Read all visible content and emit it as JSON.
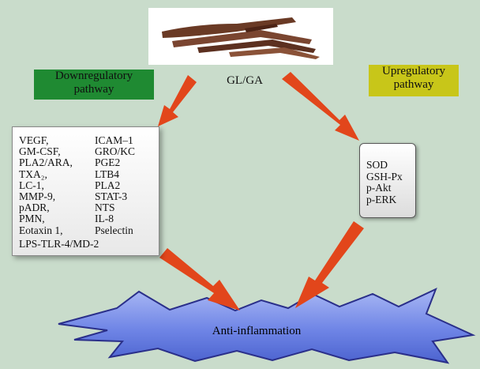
{
  "center_label": "GL/GA",
  "downregulatory": {
    "line1": "Downregulatory",
    "line2": "pathway",
    "col1": [
      "VEGF,",
      "GM-CSF,",
      "PLA2/ARA,",
      "TXA₂,",
      "LC-1,",
      "MMP-9,",
      "pADR,",
      "PMN,",
      "Eotaxin 1,"
    ],
    "col2": [
      "ICAM–1",
      "GRO/KC",
      "PGE2",
      "LTB4",
      "PLA2",
      "STAT-3",
      "NTS",
      "IL-8",
      "Pselectin"
    ],
    "footer": "LPS-TLR-4/MD-2"
  },
  "upregulatory": {
    "line1": "Upregulatory",
    "line2": "pathway",
    "items": [
      "SOD",
      "GSH-Px",
      "p-Akt",
      "p-ERK"
    ]
  },
  "outcome": "Anti-inflammation",
  "colors": {
    "background": "#c9dccb",
    "down_tag": "#1f8a32",
    "up_tag": "#c8c619",
    "arrow": "#e2461b",
    "star": "#6f85e6"
  }
}
